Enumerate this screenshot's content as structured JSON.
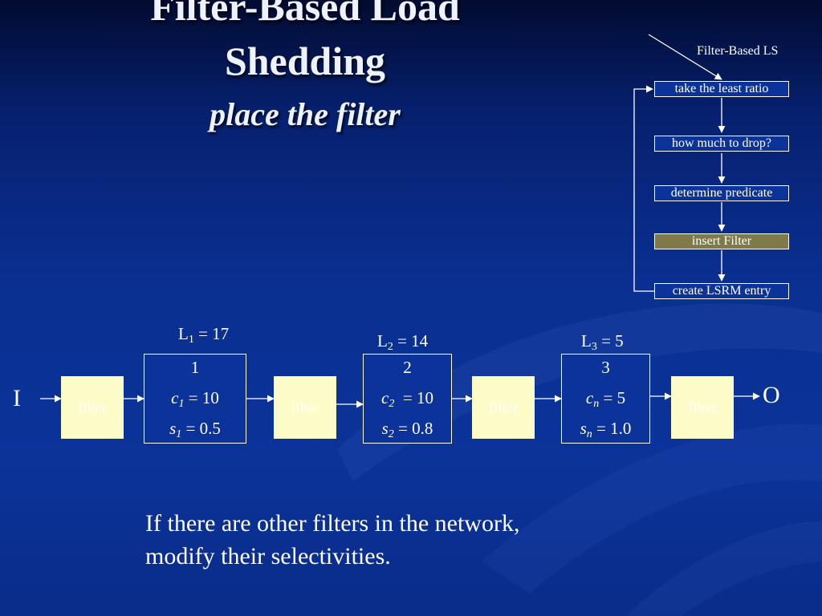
{
  "slide": {
    "title_line1": "Filter-Based Load",
    "title_line2": "Shedding",
    "subtitle": "place the filter"
  },
  "flowchart": {
    "caption": "Filter-Based LS",
    "steps": [
      {
        "label": "take the least ratio",
        "highlighted": false
      },
      {
        "label": "how much to drop?",
        "highlighted": false
      },
      {
        "label": "determine predicate",
        "highlighted": false
      },
      {
        "label": "insert Filter",
        "highlighted": true
      },
      {
        "label": "create LSRM entry",
        "highlighted": false
      }
    ]
  },
  "network": {
    "input_label": "I",
    "output_label": "O",
    "filter_label": "filter",
    "operators": [
      {
        "id": "1",
        "load_sym": "L",
        "load_sub": "1",
        "load_val": "= 17",
        "cost_sym": "c",
        "cost_sub": "1",
        "cost_val": "= 10",
        "sel_sym": "s",
        "sel_sub": "1",
        "sel_val": "= 0.5"
      },
      {
        "id": "2",
        "load_sym": "L",
        "load_sub": "2",
        "load_val": "= 14",
        "cost_sym": "c",
        "cost_sub": "2",
        "cost_val": " = 10",
        "sel_sym": "s",
        "sel_sub": "2",
        "sel_val": "= 0.8"
      },
      {
        "id": "3",
        "load_sym": "L",
        "load_sub": "3",
        "load_val": "= 5",
        "cost_sym": "c",
        "cost_sub": "n",
        "cost_val": "= 5",
        "sel_sym": "s",
        "sel_sub": "n",
        "sel_val": "= 1.0"
      }
    ]
  },
  "body_text": {
    "line1": "If there are other filters in the network,",
    "line2": "modify their selectivities."
  },
  "colors": {
    "background": "#0a2f91",
    "filter_fill": "#fdfcc8",
    "highlight_fill": "#7f7a4a",
    "text": "#ffffff"
  }
}
